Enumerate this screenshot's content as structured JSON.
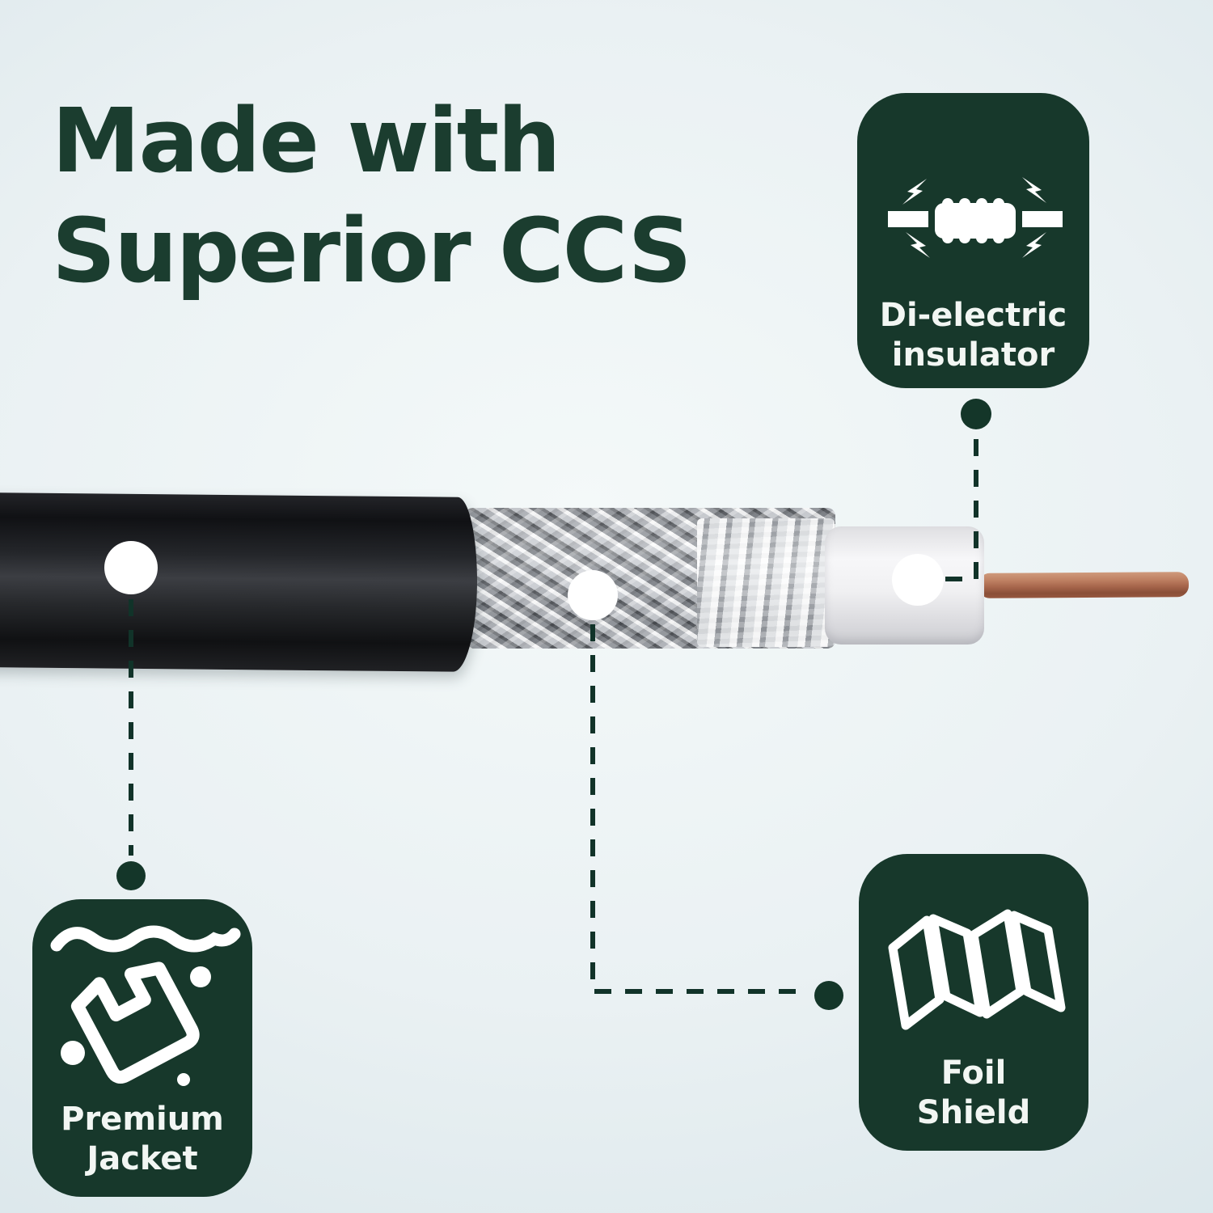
{
  "title": {
    "line1": "Made with",
    "line2": "Superior CCS"
  },
  "callouts": {
    "dielectric": {
      "line1": "Di-electric",
      "line2": "insulator",
      "icon": "dielectric-insulator-icon"
    },
    "premium_jacket": {
      "line1": "Premium",
      "line2": "Jacket",
      "icon": "premium-jacket-icon"
    },
    "foil_shield": {
      "line1": "Foil",
      "line2": "Shield",
      "icon": "foil-shield-icon"
    }
  },
  "colors": {
    "title_text": "#1b3d2f",
    "card_background": "#17382b",
    "card_text": "#f2f6f3",
    "connector_green": "#113329",
    "background_center": "#f4f9f9",
    "background_edge": "#d4e2e8",
    "copper": "#a5644a",
    "cable_jacket": "#1a1b1e",
    "shield_silver": "#c6c8cc"
  }
}
